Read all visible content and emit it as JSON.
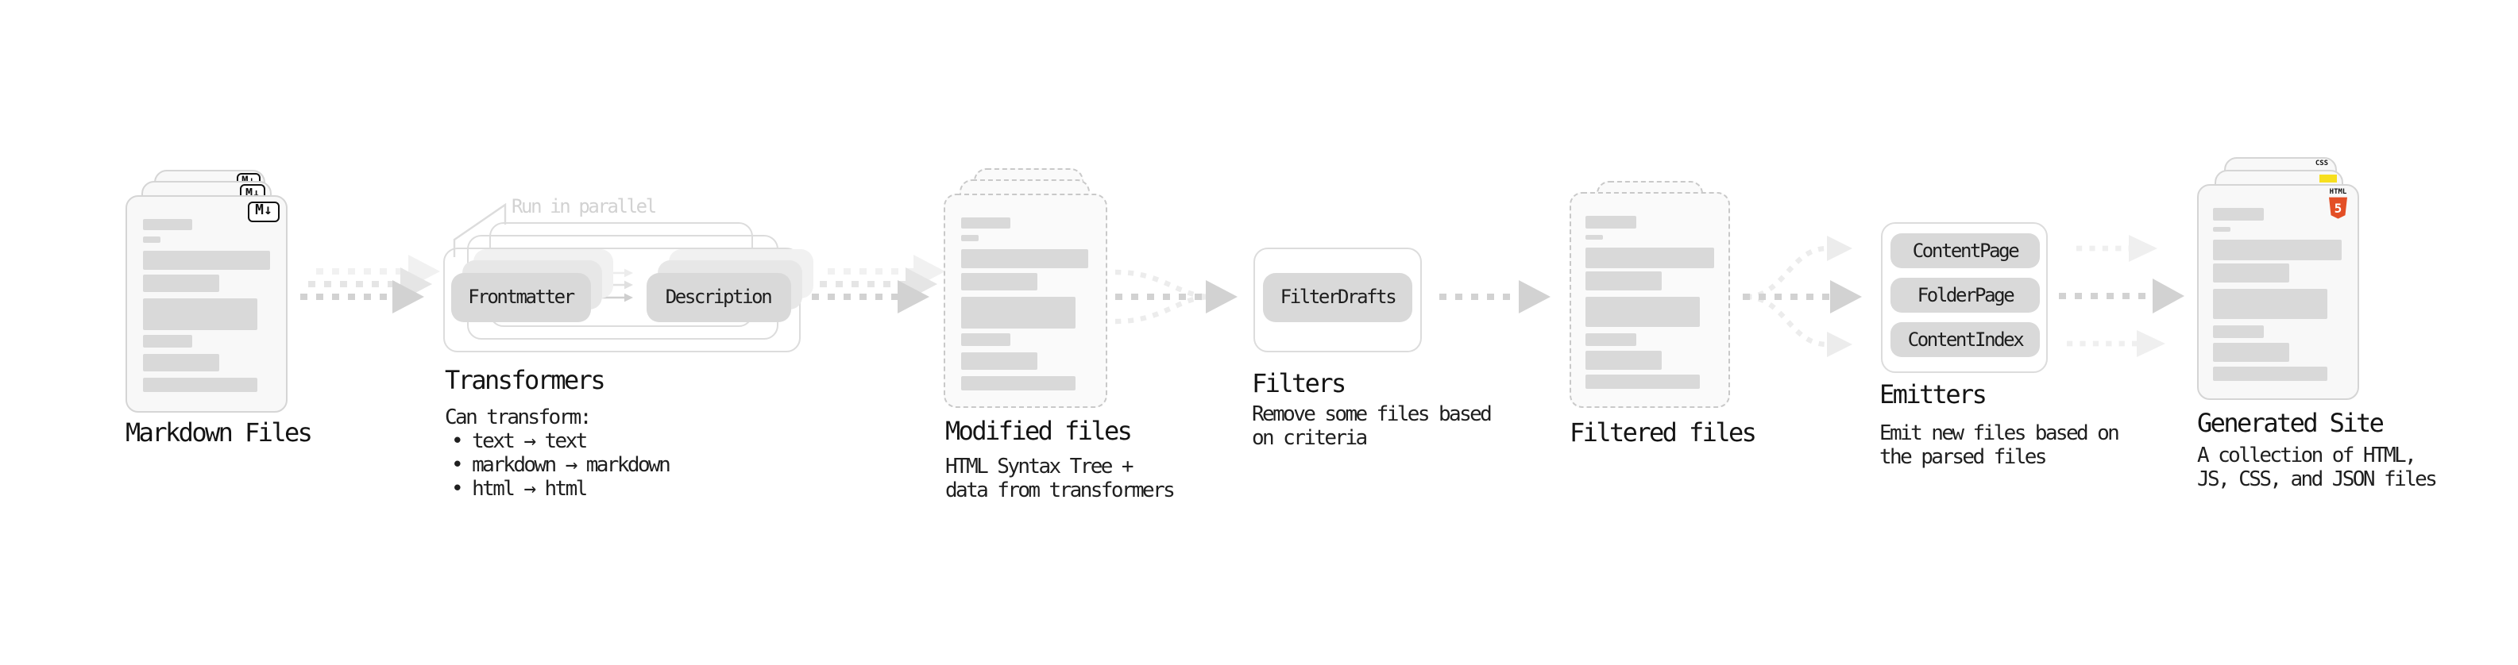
{
  "markdown": {
    "label": "Markdown Files",
    "badge": "M↓"
  },
  "transformers": {
    "title": "Transformers",
    "annotation": "Run in parallel",
    "node_left": "Frontmatter",
    "node_right": "Description",
    "desc_heading": "Can transform:",
    "bullets": [
      "• text → text",
      "• markdown → markdown",
      "• html → html"
    ]
  },
  "modified": {
    "label": "Modified files",
    "desc_line1": "HTML Syntax Tree +",
    "desc_line2": "data from transformers"
  },
  "filters": {
    "title": "Filters",
    "node": "FilterDrafts",
    "desc_line1": "Remove some files based",
    "desc_line2": "on criteria"
  },
  "filtered": {
    "label": "Filtered files"
  },
  "emitters": {
    "title": "Emitters",
    "nodes": [
      "ContentPage",
      "FolderPage",
      "ContentIndex"
    ],
    "desc_line1": "Emit new files based on",
    "desc_line2": "the parsed files"
  },
  "generated": {
    "label": "Generated Site",
    "html_badge_word": "HTML",
    "html_badge_numeral": "5",
    "css_badge": "CSS",
    "desc_line1": "A collection of HTML,",
    "desc_line2": "JS, CSS, and JSON files"
  },
  "colors": {
    "canvas": "#ffffff",
    "card_fill": "#f8f8f8",
    "card_border": "#d5d5d5",
    "placeholder_bar": "#d9d9d9",
    "chip_fill": "#d9d9d9",
    "arrow_dark": "#d2d2d2",
    "arrow_light": "#ececec",
    "annotation_gray": "#d2d2d2",
    "html5_orange": "#e34f26",
    "js_yellow": "#f7df1e",
    "css_blue": "#2d65e8",
    "text": "#1b1b1b"
  }
}
